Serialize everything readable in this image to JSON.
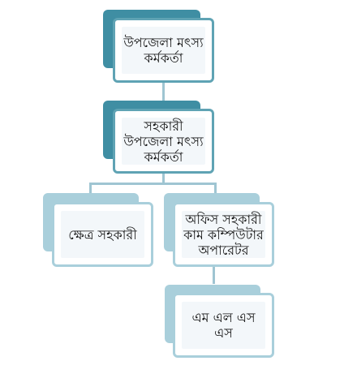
{
  "diagram": {
    "nodes": [
      {
        "id": "n1",
        "label": "উপজেলা মৎস্য\nকর্মকর্তা",
        "tone": "dark"
      },
      {
        "id": "n2",
        "label": "সহকারী\nউপজেলা মৎস্য\nকর্মকর্তা",
        "tone": "dark"
      },
      {
        "id": "n3",
        "label": "ক্ষেত্র সহকারী",
        "tone": "light"
      },
      {
        "id": "n4",
        "label": "অফিস সহকারী\nকাম কম্পিউটার\nঅপারেটর",
        "tone": "light"
      },
      {
        "id": "n5",
        "label": "এম এল এস\nএস",
        "tone": "light"
      }
    ],
    "edges": [
      {
        "from": "n1",
        "to": "n2"
      },
      {
        "from": "n2",
        "to": "n3"
      },
      {
        "from": "n2",
        "to": "n4"
      },
      {
        "from": "n4",
        "to": "n5"
      }
    ],
    "colors": {
      "dark_shadow": "#3f8ea3",
      "light_shadow": "#a9cfdb",
      "border_dark": "#5fa3b4",
      "border_light": "#a9cfdb",
      "connector": "#9fc5d2",
      "inner_fill": "#f3f7fa"
    }
  }
}
